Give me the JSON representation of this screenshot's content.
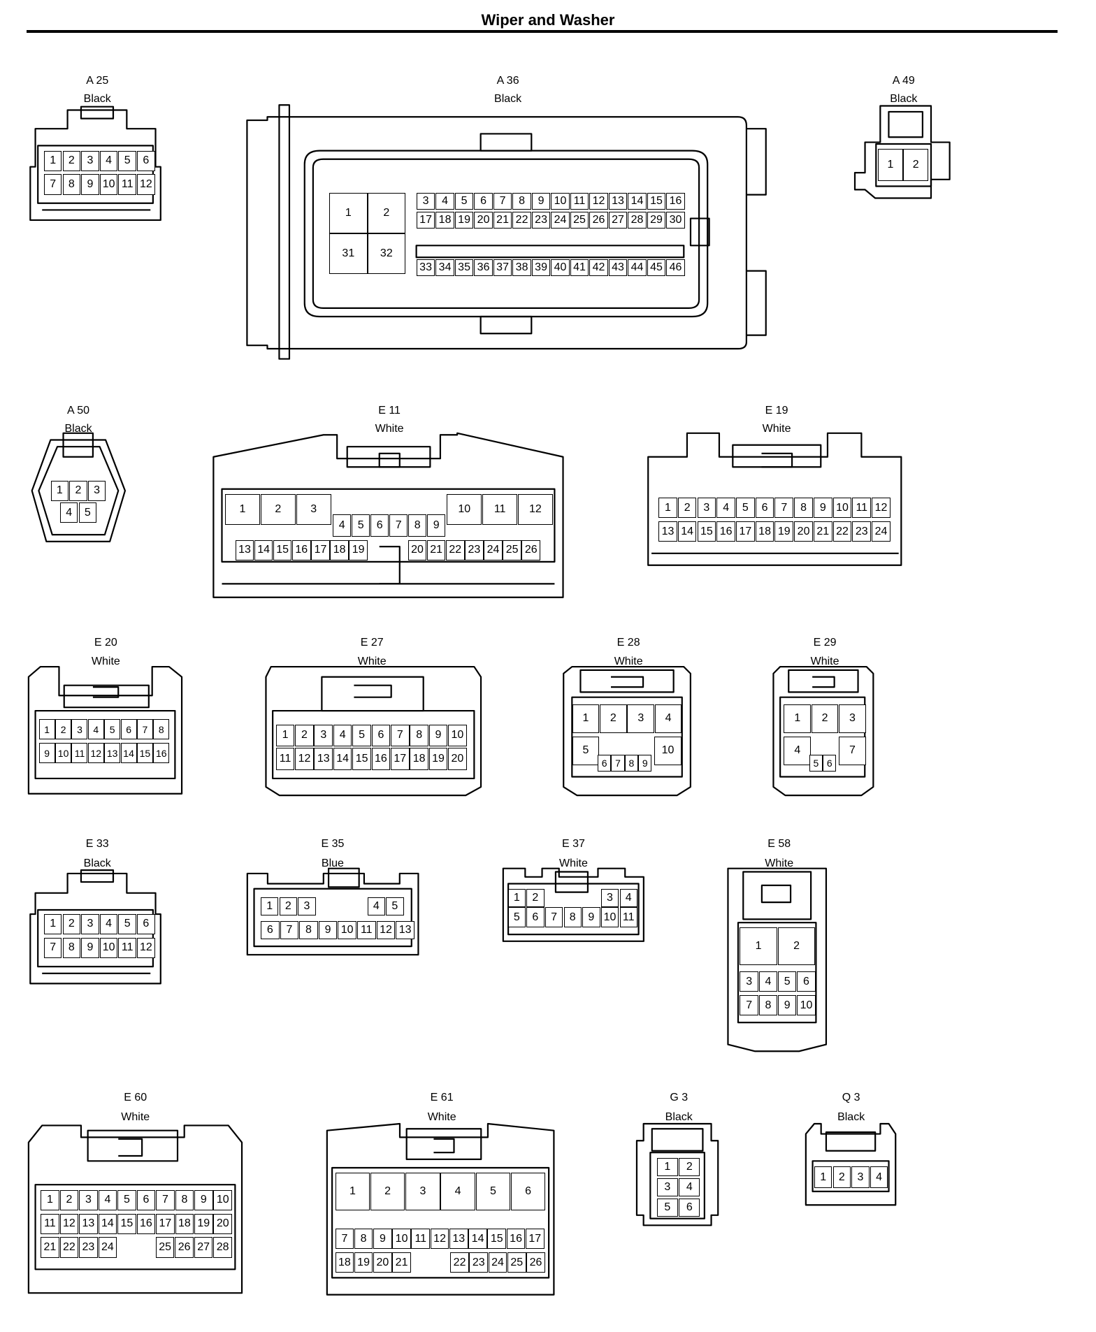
{
  "title": "Wiper and Washer",
  "connectors": [
    {
      "id": "A25",
      "code": "A 25",
      "color": "Black",
      "pins": [
        [
          "1",
          "2",
          "3",
          "4",
          "5",
          "6"
        ],
        [
          "7",
          "8",
          "9",
          "10",
          "11",
          "12"
        ]
      ]
    },
    {
      "id": "A36",
      "code": "A 36",
      "color": "Black",
      "pins": [
        [
          "1",
          "2"
        ],
        [
          "31",
          "32"
        ],
        [
          "3",
          "4",
          "5",
          "6",
          "7",
          "8",
          "9",
          "10",
          "11",
          "12",
          "13",
          "14",
          "15",
          "16"
        ],
        [
          "17",
          "18",
          "19",
          "20",
          "21",
          "22",
          "23",
          "24",
          "25",
          "26",
          "27",
          "28",
          "29",
          "30"
        ],
        [
          "33",
          "34",
          "35",
          "36",
          "37",
          "38",
          "39",
          "40",
          "41",
          "42",
          "43",
          "44",
          "45",
          "46"
        ]
      ]
    },
    {
      "id": "A49",
      "code": "A 49",
      "color": "Black",
      "pins": [
        [
          "1",
          "2"
        ]
      ]
    },
    {
      "id": "A50",
      "code": "A 50",
      "color": "Black",
      "pins": [
        [
          "1",
          "2",
          "3"
        ],
        [
          "4",
          "5"
        ]
      ]
    },
    {
      "id": "E11",
      "code": "E 11",
      "color": "White",
      "pins": [
        [
          "1",
          "2",
          "3"
        ],
        [
          "4",
          "5",
          "6",
          "7",
          "8",
          "9"
        ],
        [
          "10",
          "11",
          "12"
        ],
        [
          "13",
          "14",
          "15",
          "16",
          "17",
          "18",
          "19"
        ],
        [
          "20",
          "21",
          "22",
          "23",
          "24",
          "25",
          "26"
        ]
      ]
    },
    {
      "id": "E19",
      "code": "E 19",
      "color": "White",
      "pins": [
        [
          "1",
          "2",
          "3",
          "4",
          "5",
          "6",
          "7",
          "8",
          "9",
          "10",
          "11",
          "12"
        ],
        [
          "13",
          "14",
          "15",
          "16",
          "17",
          "18",
          "19",
          "20",
          "21",
          "22",
          "23",
          "24"
        ]
      ]
    },
    {
      "id": "E20",
      "code": "E 20",
      "color": "White",
      "pins": [
        [
          "1",
          "2",
          "3",
          "4",
          "5",
          "6",
          "7",
          "8"
        ],
        [
          "9",
          "10",
          "11",
          "12",
          "13",
          "14",
          "15",
          "16"
        ]
      ]
    },
    {
      "id": "E27",
      "code": "E 27",
      "color": "White",
      "pins": [
        [
          "1",
          "2",
          "3",
          "4",
          "5",
          "6",
          "7",
          "8",
          "9",
          "10"
        ],
        [
          "11",
          "12",
          "13",
          "14",
          "15",
          "16",
          "17",
          "18",
          "19",
          "20"
        ]
      ]
    },
    {
      "id": "E28",
      "code": "E 28",
      "color": "White",
      "pins": [
        [
          "1",
          "2",
          "3",
          "4"
        ],
        [
          "5",
          "10"
        ],
        [
          "6",
          "7",
          "8",
          "9"
        ]
      ]
    },
    {
      "id": "E29",
      "code": "E 29",
      "color": "White",
      "pins": [
        [
          "1",
          "2",
          "3"
        ],
        [
          "4",
          "7"
        ],
        [
          "5",
          "6"
        ]
      ]
    },
    {
      "id": "E33",
      "code": "E 33",
      "color": "Black",
      "pins": [
        [
          "1",
          "2",
          "3",
          "4",
          "5",
          "6"
        ],
        [
          "7",
          "8",
          "9",
          "10",
          "11",
          "12"
        ]
      ]
    },
    {
      "id": "E35",
      "code": "E 35",
      "color": "Blue",
      "pins": [
        [
          "1",
          "2",
          "3"
        ],
        [
          "4",
          "5"
        ],
        [
          "6",
          "7",
          "8",
          "9",
          "10",
          "11",
          "12",
          "13"
        ]
      ]
    },
    {
      "id": "E37",
      "code": "E 37",
      "color": "White",
      "pins": [
        [
          "1",
          "2"
        ],
        [
          "3",
          "4"
        ],
        [
          "5",
          "6",
          "7",
          "8",
          "9",
          "10",
          "11"
        ]
      ]
    },
    {
      "id": "E58",
      "code": "E 58",
      "color": "White",
      "pins": [
        [
          "1",
          "2"
        ],
        [
          "3",
          "4",
          "5",
          "6"
        ],
        [
          "7",
          "8",
          "9",
          "10"
        ]
      ]
    },
    {
      "id": "E60",
      "code": "E 60",
      "color": "White",
      "pins": [
        [
          "1",
          "2",
          "3",
          "4",
          "5",
          "6",
          "7",
          "8",
          "9",
          "10"
        ],
        [
          "11",
          "12",
          "13",
          "14",
          "15",
          "16",
          "17",
          "18",
          "19",
          "20"
        ],
        [
          "21",
          "22",
          "23",
          "24"
        ],
        [
          "25",
          "26",
          "27",
          "28"
        ]
      ]
    },
    {
      "id": "E61",
      "code": "E 61",
      "color": "White",
      "pins": [
        [
          "1",
          "2",
          "3",
          "4",
          "5",
          "6"
        ],
        [
          "7",
          "8",
          "9",
          "10",
          "11",
          "12",
          "13",
          "14",
          "15",
          "16",
          "17"
        ],
        [
          "18",
          "19",
          "20",
          "21"
        ],
        [
          "22",
          "23",
          "24",
          "25",
          "26"
        ]
      ]
    },
    {
      "id": "G3",
      "code": "G 3",
      "color": "Black",
      "pins": [
        [
          "1",
          "2"
        ],
        [
          "3",
          "4"
        ],
        [
          "5",
          "6"
        ]
      ]
    },
    {
      "id": "Q3",
      "code": "Q 3",
      "color": "Black",
      "pins": [
        [
          "1",
          "2",
          "3",
          "4"
        ]
      ]
    }
  ]
}
